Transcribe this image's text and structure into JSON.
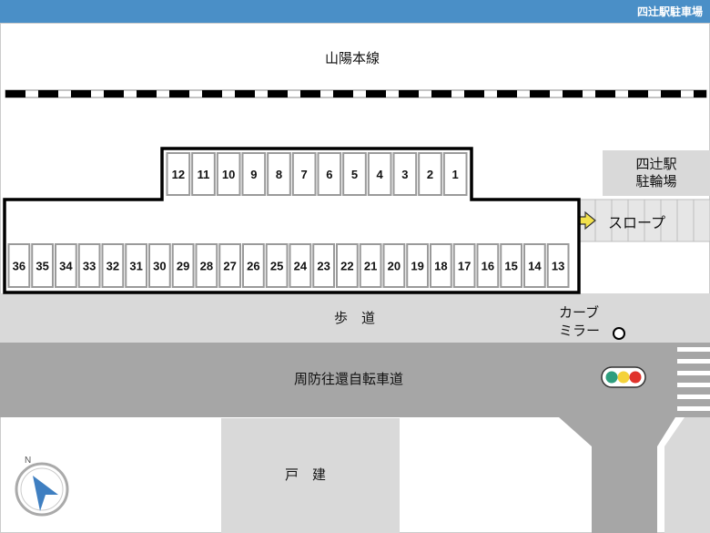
{
  "header": {
    "title": "四辻駅駐車場"
  },
  "railway": {
    "label": "山陽本線"
  },
  "station_parking": {
    "line1": "四辻駅",
    "line2": "駐輪場"
  },
  "slope": {
    "label": "スロープ"
  },
  "sidewalk": {
    "label": "歩　道"
  },
  "curve_mirror": {
    "line1": "カーブ",
    "line2": "ミラー"
  },
  "road": {
    "label": "周防往還自転車道"
  },
  "house": {
    "label": "戸　建"
  },
  "compass": {
    "letter": "N"
  },
  "parking": {
    "top_row": [
      "12",
      "11",
      "10",
      "9",
      "8",
      "7",
      "6",
      "5",
      "4",
      "3",
      "2",
      "1"
    ],
    "bottom_row": [
      "36",
      "35",
      "34",
      "33",
      "32",
      "31",
      "30",
      "29",
      "28",
      "27",
      "26",
      "25",
      "24",
      "23",
      "22",
      "21",
      "20",
      "19",
      "18",
      "17",
      "16",
      "15",
      "14",
      "13"
    ]
  },
  "colors": {
    "header": "#4a8fc7",
    "sidewalk": "#d9d9d9",
    "road": "#a6a6a6",
    "light_green": "#2e9e7e",
    "light_yellow": "#f4d23a",
    "light_red": "#e0322b",
    "compass_arrow": "#3f7fc1"
  }
}
